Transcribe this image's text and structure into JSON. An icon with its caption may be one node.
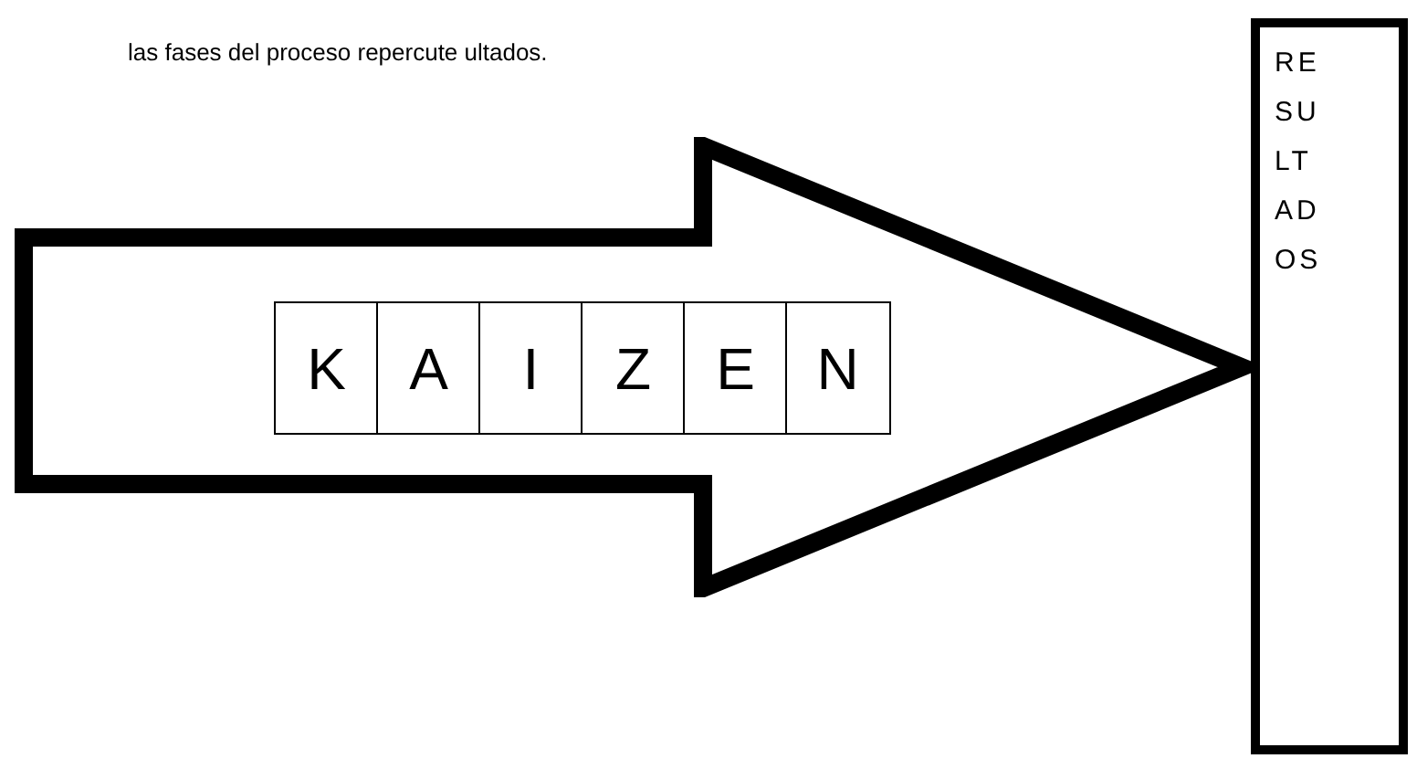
{
  "diagram": {
    "nodes": [
      {
        "text": [],
        "shape": "arrow"
      },
      {
        "text": [
          "K"
        ],
        "in": 0
      },
      {
        "text": [
          "A"
        ],
        "in": 0
      },
      {
        "text": [
          "I"
        ],
        "in": 0
      },
      {
        "text": [
          "Z"
        ],
        "in": 0
      },
      {
        "text": [
          "E"
        ],
        "in": 0
      },
      {
        "text": [
          "N"
        ],
        "in": 0
      },
      {
        "text": [
          "RE SU LT AD OS"
        ]
      }
    ],
    "labels": [
      "las fases del proceso repercute ultados."
    ]
  }
}
